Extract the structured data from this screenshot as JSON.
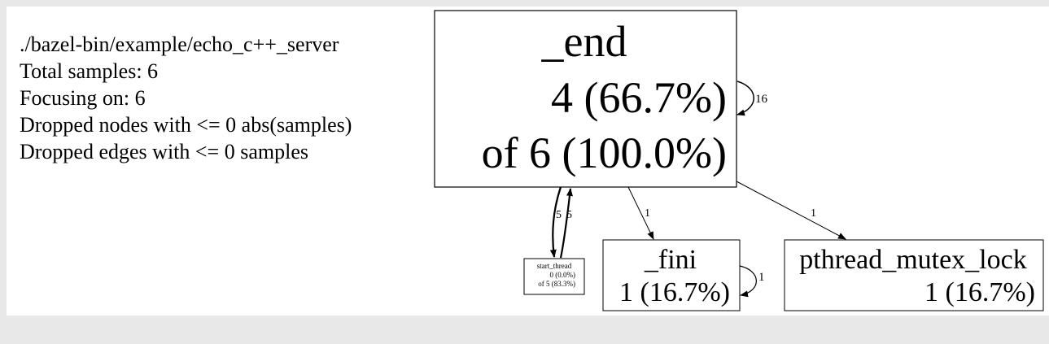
{
  "legend": {
    "program": "./bazel-bin/example/echo_c++_server",
    "total_samples": "Total samples: 6",
    "focusing": "Focusing on: 6",
    "dropped_nodes": "Dropped nodes with <= 0 abs(samples)",
    "dropped_edges": "Dropped edges with <= 0 samples"
  },
  "nodes": {
    "end": {
      "name": "_end",
      "flat": "4 (66.7%)",
      "cum": "of 6 (100.0%)"
    },
    "start_thread": {
      "name": "start_thread",
      "flat": "0 (0.0%)",
      "cum": "of 5 (83.3%)"
    },
    "fini": {
      "name": "_fini",
      "flat": "1 (16.7%)"
    },
    "pthread": {
      "name": "pthread_mutex_lock",
      "flat": "1 (16.7%)"
    }
  },
  "edges": {
    "end_self": "16",
    "end_to_start": "5",
    "start_to_end": "5",
    "end_to_fini": "1",
    "fini_self": "1",
    "end_to_pthread": "1"
  }
}
